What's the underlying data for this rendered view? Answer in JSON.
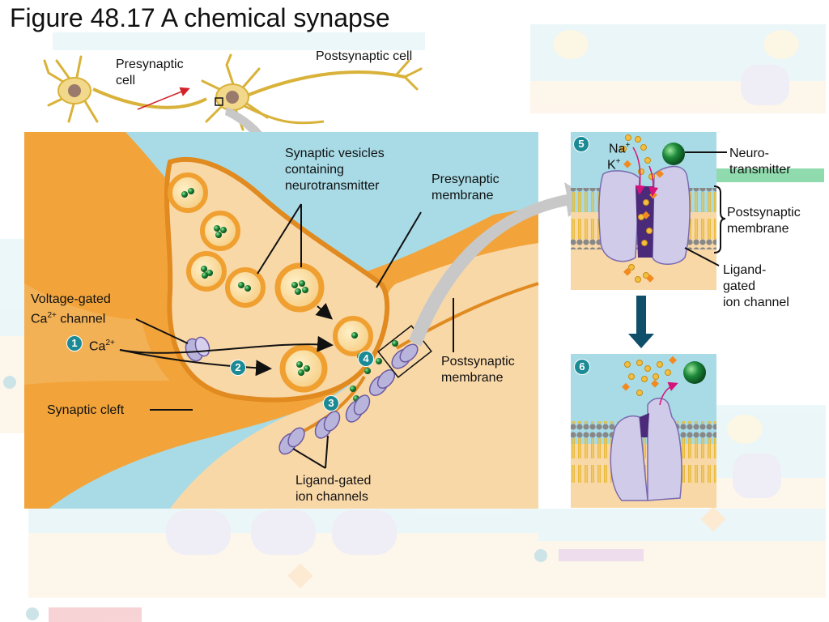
{
  "title": "Figure 48.17 A chemical synapse",
  "labels": {
    "presynaptic_cell_line1": "Presynaptic",
    "presynaptic_cell_line2": "cell",
    "postsynaptic_cell": "Postsynaptic cell",
    "vesicles_line1": "Synaptic vesicles",
    "vesicles_line2": "containing",
    "vesicles_line3": "neurotransmitter",
    "pre_membrane_line1": "Presynaptic",
    "pre_membrane_line2": "membrane",
    "vg_line1": "Voltage-gated",
    "vg_line2_base": "Ca",
    "vg_line2_sup": "2+",
    "vg_line2_rest": " channel",
    "ca_base": "Ca",
    "ca_sup": "2+",
    "post_membrane_line1": "Postsynaptic",
    "post_membrane_line2": "membrane",
    "cleft": "Synaptic cleft",
    "lg_channels_line1": "Ligand-gated",
    "lg_channels_line2": "ion channels",
    "na_base": "Na",
    "na_sup": "+",
    "k_base": "K",
    "k_sup": "+",
    "nt_line1": "Neuro-",
    "nt_line2": "transmitter",
    "post_mem2_line1": "Postsynaptic",
    "post_mem2_line2": "membrane",
    "lg_channel_line1": "Ligand-",
    "lg_channel_line2": "gated",
    "lg_channel_line3": "ion channel"
  },
  "steps": [
    "1",
    "2",
    "3",
    "4",
    "5",
    "6"
  ],
  "colors": {
    "cleft_bg": "#a8dbe6",
    "neuron": "#f2a43a",
    "cytoplasm": "#f9d8a8",
    "vesicle_ring": "#f0a030",
    "nt_green": "#1d8a3a",
    "channel": "#b9b4dc",
    "channel_dark": "#4b2a7a",
    "step_teal": "#1b8a94",
    "arrow_navy": "#0f4f6a"
  }
}
